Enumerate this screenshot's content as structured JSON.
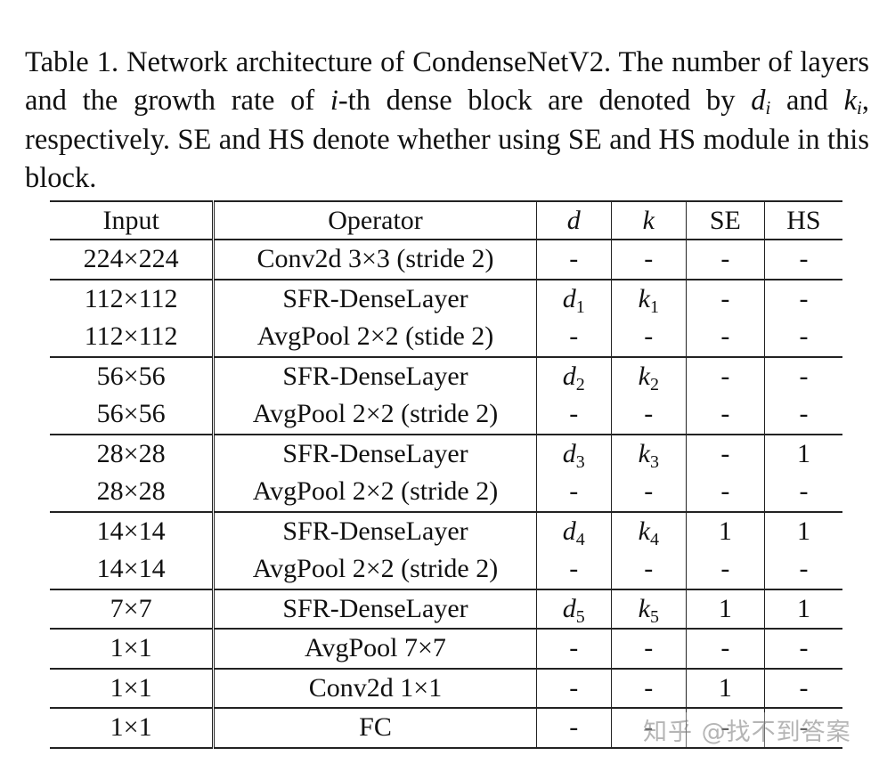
{
  "caption": {
    "part1": "Table 1. Network architecture of CondenseNetV2. The number of layers and the growth rate of ",
    "i": "i",
    "part2": "-th dense block are denoted by ",
    "d": "d",
    "di_sub": "i",
    "part3": " and ",
    "k": "k",
    "ki_sub": "i",
    "part4": ", respectively. SE and HS denote whether using SE and HS module in this block."
  },
  "table": {
    "headers": {
      "input": "Input",
      "operator": "Operator",
      "d": "d",
      "k": "k",
      "se": "SE",
      "hs": "HS"
    },
    "groups": [
      [
        {
          "input": "224×224",
          "operator": "Conv2d 3×3 (stride 2)",
          "d": "-",
          "d_sub": "",
          "k": "-",
          "k_sub": "",
          "se": "-",
          "hs": "-"
        }
      ],
      [
        {
          "input": "112×112",
          "operator": "SFR-DenseLayer",
          "d": "d",
          "d_sub": "1",
          "k": "k",
          "k_sub": "1",
          "se": "-",
          "hs": "-"
        },
        {
          "input": "112×112",
          "operator": "AvgPool 2×2 (stide 2)",
          "d": "-",
          "d_sub": "",
          "k": "-",
          "k_sub": "",
          "se": "-",
          "hs": "-"
        }
      ],
      [
        {
          "input": "56×56",
          "operator": "SFR-DenseLayer",
          "d": "d",
          "d_sub": "2",
          "k": "k",
          "k_sub": "2",
          "se": "-",
          "hs": "-"
        },
        {
          "input": "56×56",
          "operator": "AvgPool 2×2 (stride 2)",
          "d": "-",
          "d_sub": "",
          "k": "-",
          "k_sub": "",
          "se": "-",
          "hs": "-"
        }
      ],
      [
        {
          "input": "28×28",
          "operator": "SFR-DenseLayer",
          "d": "d",
          "d_sub": "3",
          "k": "k",
          "k_sub": "3",
          "se": "-",
          "hs": "1"
        },
        {
          "input": "28×28",
          "operator": "AvgPool 2×2 (stride 2)",
          "d": "-",
          "d_sub": "",
          "k": "-",
          "k_sub": "",
          "se": "-",
          "hs": "-"
        }
      ],
      [
        {
          "input": "14×14",
          "operator": "SFR-DenseLayer",
          "d": "d",
          "d_sub": "4",
          "k": "k",
          "k_sub": "4",
          "se": "1",
          "hs": "1"
        },
        {
          "input": "14×14",
          "operator": "AvgPool 2×2 (stride 2)",
          "d": "-",
          "d_sub": "",
          "k": "-",
          "k_sub": "",
          "se": "-",
          "hs": "-"
        }
      ],
      [
        {
          "input": "7×7",
          "operator": "SFR-DenseLayer",
          "d": "d",
          "d_sub": "5",
          "k": "k",
          "k_sub": "5",
          "se": "1",
          "hs": "1"
        }
      ],
      [
        {
          "input": "1×1",
          "operator": "AvgPool 7×7",
          "d": "-",
          "d_sub": "",
          "k": "-",
          "k_sub": "",
          "se": "-",
          "hs": "-"
        }
      ],
      [
        {
          "input": "1×1",
          "operator": "Conv2d 1×1",
          "d": "-",
          "d_sub": "",
          "k": "-",
          "k_sub": "",
          "se": "1",
          "hs": "-"
        }
      ],
      [
        {
          "input": "1×1",
          "operator": "FC",
          "d": "-",
          "d_sub": "",
          "k": "-",
          "k_sub": "",
          "se": "-",
          "hs": "-"
        }
      ]
    ]
  },
  "watermark": "知乎 @找不到答案"
}
